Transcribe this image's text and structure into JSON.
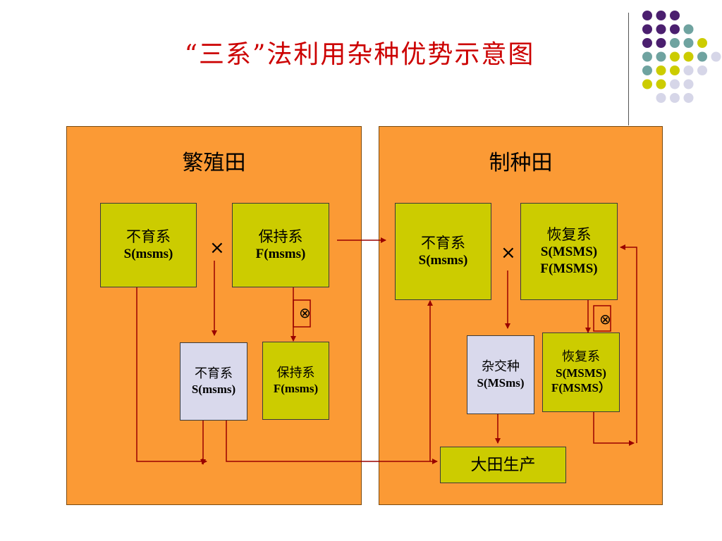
{
  "title": "“三系”法利用杂种优势示意图",
  "breeding_field": {
    "label": "繁殖田",
    "sterile_parent": {
      "name": "不育系",
      "genotype": "S(msms)"
    },
    "maintainer_parent": {
      "name": "保持系",
      "genotype": "F(msms)"
    },
    "sterile_offspring": {
      "name": "不育系",
      "genotype": "S(msms)"
    },
    "maintainer_offspring": {
      "name": "保持系",
      "genotype": "F(msms)"
    },
    "cross_symbol": "×",
    "selfing_symbol": "⊗"
  },
  "seed_field": {
    "label": "制种田",
    "sterile_parent": {
      "name": "不育系",
      "genotype": "S(msms)"
    },
    "restorer_parent": {
      "name": "恢复系",
      "genotype1": "S(MSMS)",
      "genotype2": "F(MSMS)"
    },
    "hybrid": {
      "name": "杂交种",
      "genotype": "S(MSms)"
    },
    "restorer_offspring": {
      "name": "恢复系",
      "genotype1": "S(MSMS)",
      "genotype2": "F(MSMS）"
    },
    "cross_symbol": "×",
    "selfing_symbol": "⊗"
  },
  "production": {
    "label": "大田生产"
  },
  "colors": {
    "title": "#cc0000",
    "field_bg": "#fb9a35",
    "box_yellow": "#cccc00",
    "box_lavender": "#d9d9ec",
    "arrow": "#990000"
  }
}
